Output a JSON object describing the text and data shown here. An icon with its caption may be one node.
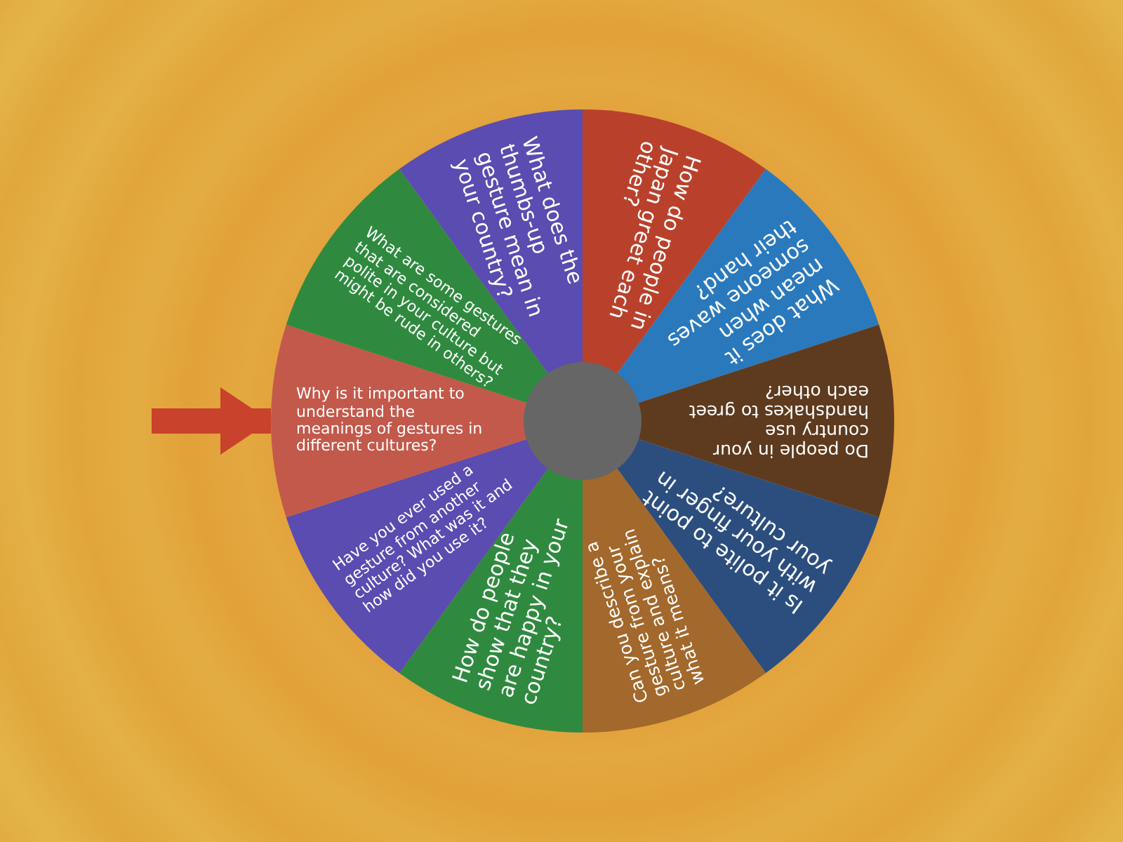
{
  "diagram": {
    "nodes": [
      {
        "text": [
          "How do people in Japan greet each other?"
        ]
      },
      {
        "text": [
          "What does it mean when someone waves their hand?"
        ]
      },
      {
        "text": [
          "Do people in your country use handshakes to greet each other?"
        ]
      },
      {
        "text": [
          "Is it polite to point with your finger in your culture?"
        ]
      },
      {
        "text": [
          "Can you describe a gesture from your culture and explain what it means?"
        ]
      },
      {
        "text": [
          "How do people show that they are happy in your country?"
        ]
      },
      {
        "text": [
          "Have you ever used a gesture from another culture? What was it and how did you use it?"
        ]
      },
      {
        "text": [
          "Why is it important to understand the meanings of gestures in different cultures?"
        ]
      },
      {
        "text": [
          "What are some gestures that are considered polite in your culture but might be rude in others?"
        ]
      },
      {
        "text": [
          "What does the thumbs-up gesture mean in your country?"
        ]
      },
      {
        "text": [],
        "shape": "circle"
      }
    ],
    "edges": [
      {
        "from": null,
        "to": 7,
        "arrow": "to"
      }
    ]
  }
}
